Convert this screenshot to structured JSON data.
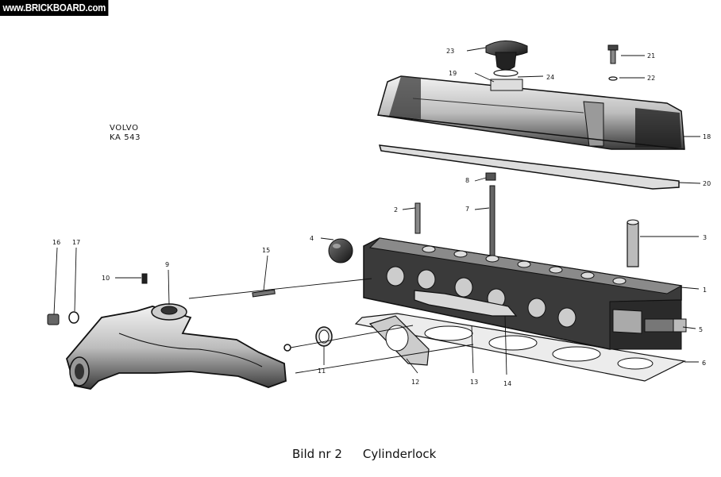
{
  "watermark": "www.BRICKBOARD.com",
  "model": {
    "line1": "VOLVO",
    "line2": "KA 543"
  },
  "caption": {
    "figure": "Bild nr 2",
    "title": "Cylinderlock"
  },
  "callouts": [
    "1",
    "2",
    "3",
    "4",
    "5",
    "6",
    "7",
    "8",
    "9",
    "10",
    "11",
    "11",
    "12",
    "13",
    "14",
    "15",
    "16",
    "17",
    "18",
    "19",
    "20",
    "21",
    "22",
    "23",
    "24"
  ],
  "colors": {
    "ink": "#111111",
    "paper": "#ffffff",
    "shade": "#5a5a5a"
  }
}
